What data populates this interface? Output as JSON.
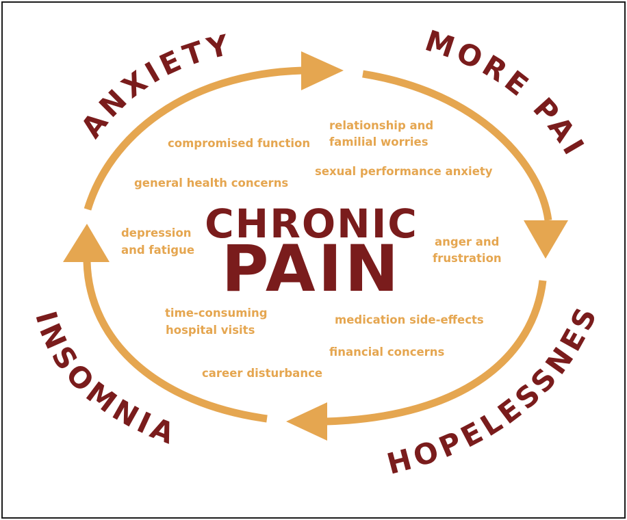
{
  "center": {
    "line1": "CHRONIC",
    "line2": "PAIN"
  },
  "cycle_states": {
    "anxiety": "ANXIETY",
    "more_pain": "MORE PAIN",
    "hopelessness": "HOPELESSNESS",
    "insomnia": "INSOMNIA"
  },
  "factors": {
    "compromised_function": "compromised function",
    "relationship_line1": "relationship and",
    "relationship_line2": "familial worries",
    "sexual_performance": "sexual performance anxiety",
    "general_health": "general health concerns",
    "depression_line1": "depression",
    "depression_line2": "and fatigue",
    "anger_line1": "anger and",
    "anger_line2": "frustration",
    "time_consuming_line1": "time-consuming",
    "time_consuming_line2": "hospital visits",
    "medication": "medication side-effects",
    "financial": "financial concerns",
    "career": "career disturbance"
  },
  "colors": {
    "arrow": "#e5a650",
    "state_text": "#7a1c1c",
    "factor_text": "#e5a650"
  }
}
